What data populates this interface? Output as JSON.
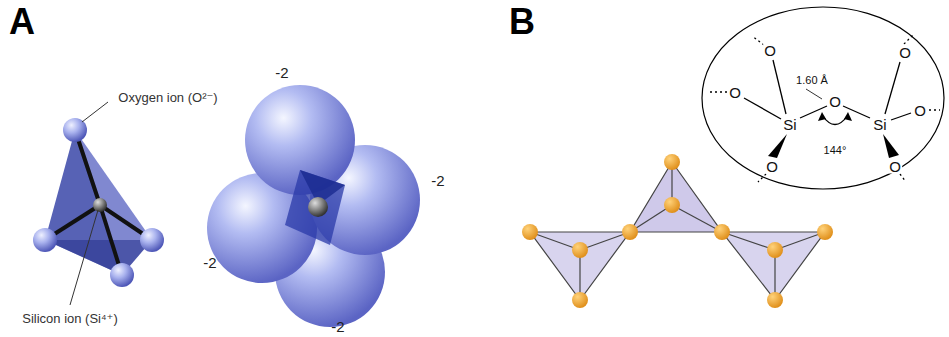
{
  "diagram": {
    "nodes": [
      {
        "text": [
          "O",
          "O",
          "1.60 Å",
          "O",
          "O",
          "Si",
          "Si",
          "O",
          "144°",
          "O",
          "O"
        ]
      }
    ],
    "labels": [
      "A",
      "B",
      "Oxygen ion (O²⁻)",
      "Silicon ion (Si⁴⁺)",
      "-2",
      "-2",
      "-2",
      "-2"
    ]
  }
}
